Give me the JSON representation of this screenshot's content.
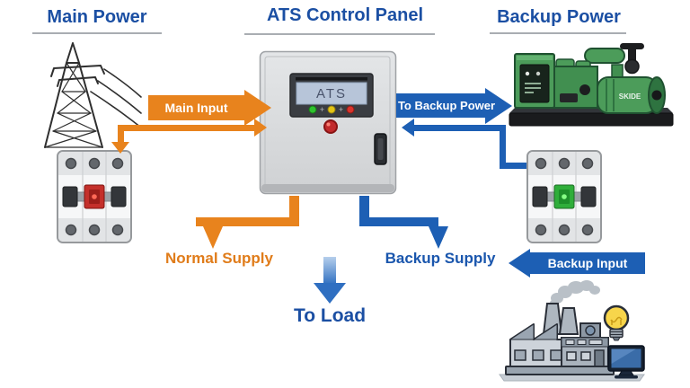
{
  "sections": {
    "main_power": {
      "title": "Main Power"
    },
    "ats_panel": {
      "title": "ATS Control Panel"
    },
    "backup_power": {
      "title": "Backup Power"
    }
  },
  "flows": {
    "main_input": {
      "label": "Main Input"
    },
    "to_backup_power": {
      "label": "To Backup Power"
    },
    "normal_supply": {
      "label": "Normal Supply"
    },
    "backup_supply": {
      "label": "Backup Supply"
    },
    "to_load": {
      "label": "To Load"
    },
    "backup_input": {
      "label": "Backup Input"
    }
  },
  "ats_device": {
    "screen_text": "ATS",
    "indicator_separator": "+"
  },
  "generator": {
    "brand_text": "SKIDE"
  },
  "colors": {
    "title_blue": "#1b4fa3",
    "flow_orange": "#e8831d",
    "flow_blue": "#1d5fb4",
    "main_breaker_status": "#c4302b",
    "backup_breaker_status": "#2fae3a",
    "led_green": "#2ec22e",
    "led_yellow": "#e3c414",
    "led_red": "#d8342c"
  }
}
